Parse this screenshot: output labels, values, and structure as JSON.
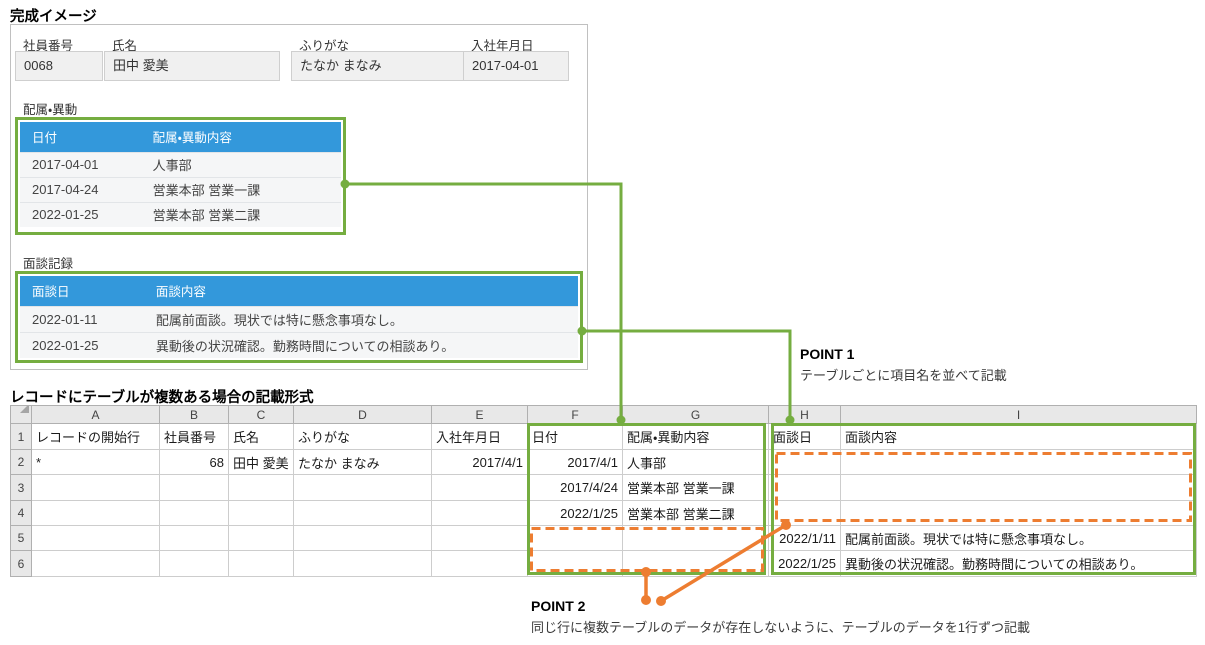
{
  "page": {
    "title_preview": "完成イメージ",
    "title_sheet": "レコードにテーブルが複数ある場合の記載形式"
  },
  "form": {
    "fields": [
      {
        "label": "社員番号",
        "value": "0068"
      },
      {
        "label": "氏名",
        "value": "田中 愛美"
      },
      {
        "label": "ふりがな",
        "value": "たなか まなみ"
      },
      {
        "label": "入社年月日",
        "value": "2017-04-01"
      }
    ],
    "tables": [
      {
        "label": "配属・異動",
        "headers": [
          "日付",
          "配属・異動内容"
        ],
        "rows": [
          [
            "2017-04-01",
            "人事部"
          ],
          [
            "2017-04-24",
            "営業本部 営業一課"
          ],
          [
            "2022-01-25",
            "営業本部 営業二課"
          ]
        ]
      },
      {
        "label": "面談記録",
        "headers": [
          "面談日",
          "面談内容"
        ],
        "rows": [
          [
            "2022-01-11",
            "配属前面談。現状では特に懸念事項なし。"
          ],
          [
            "2022-01-25",
            "異動後の状況確認。勤務時間についての相談あり。"
          ]
        ]
      }
    ]
  },
  "sheet": {
    "column_letters": [
      "A",
      "B",
      "C",
      "D",
      "E",
      "F",
      "G",
      "H",
      "I"
    ],
    "row_numbers": [
      "1",
      "2",
      "3",
      "4",
      "5",
      "6"
    ],
    "cells": [
      [
        "レコードの開始行",
        "社員番号",
        "氏名",
        "ふりがな",
        "入社年月日",
        "日付",
        "配属・異動内容",
        "面談日",
        "面談内容"
      ],
      [
        "*",
        "68",
        "田中 愛美",
        "たなか まなみ",
        "2017/4/1",
        "2017/4/1",
        "人事部",
        "",
        ""
      ],
      [
        "",
        "",
        "",
        "",
        "",
        "2017/4/24",
        "営業本部 営業一課",
        "",
        ""
      ],
      [
        "",
        "",
        "",
        "",
        "",
        "2022/1/25",
        "営業本部 営業二課",
        "",
        ""
      ],
      [
        "",
        "",
        "",
        "",
        "",
        "",
        "",
        "2022/1/11",
        "配属前面談。現状では特に懸念事項なし。"
      ],
      [
        "",
        "",
        "",
        "",
        "",
        "",
        "",
        "2022/1/25",
        "異動後の状況確認。勤務時間についての相談あり。"
      ]
    ]
  },
  "points": [
    {
      "title": "POINT 1",
      "desc": "テーブルごとに項目名を並べて記載"
    },
    {
      "title": "POINT 2",
      "desc": "同じ行に複数テーブルのデータが存在しないように、テーブルのデータを1行ずつ記載"
    }
  ],
  "colors": {
    "table_header_blue": "#3398db",
    "highlight_green": "#75ad40",
    "highlight_orange": "#ed7d31"
  }
}
